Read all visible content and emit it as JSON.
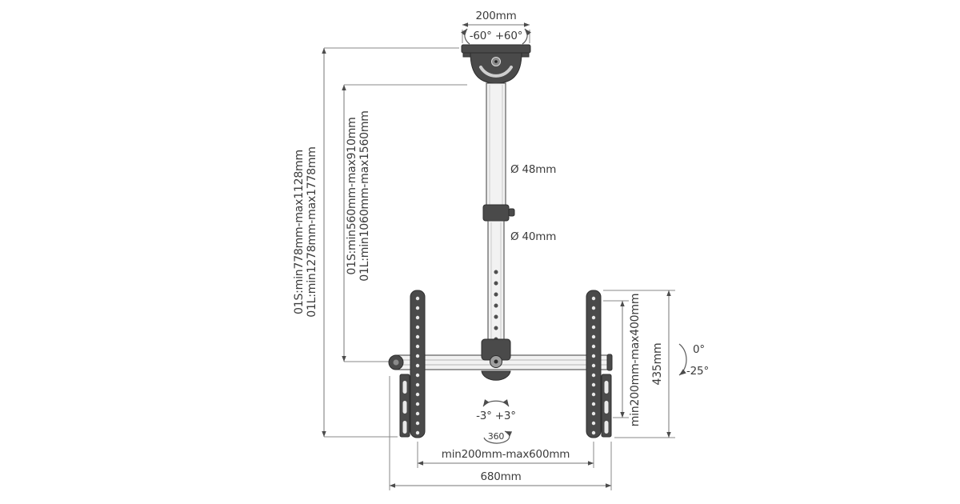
{
  "page": {
    "background": "#ffffff"
  },
  "diagram": {
    "type": "technical-drawing",
    "subject": "TV ceiling mount dimension diagram",
    "colors": {
      "line": "#757575",
      "part_dark": "#4a4a4a",
      "part_light": "#f2f2f2",
      "text": "#3b3b3b",
      "background": "#ffffff"
    },
    "labels": {
      "ceiling_plate_width": "200mm",
      "top_swivel_range": "-60° +60°",
      "upper_pole_diameter": "Ø 48mm",
      "lower_pole_diameter": "Ø 40mm",
      "overall_height_short": "01S:min778mm-max1128mm",
      "overall_height_long": "01L:min1278mm-max1778mm",
      "pole_height_short": "01S:min560mm-max910mm",
      "pole_height_long": "01L:min1060mm-max1560mm",
      "vesa_vertical_range": "min200mm-max400mm",
      "bracket_height": "435mm",
      "tilt_up": "0°",
      "tilt_down": "-25°",
      "fine_swivel_range": "-3° +3°",
      "rotation": "360",
      "vesa_horizontal_range": "min200mm-max600mm",
      "overall_width": "680mm"
    }
  }
}
